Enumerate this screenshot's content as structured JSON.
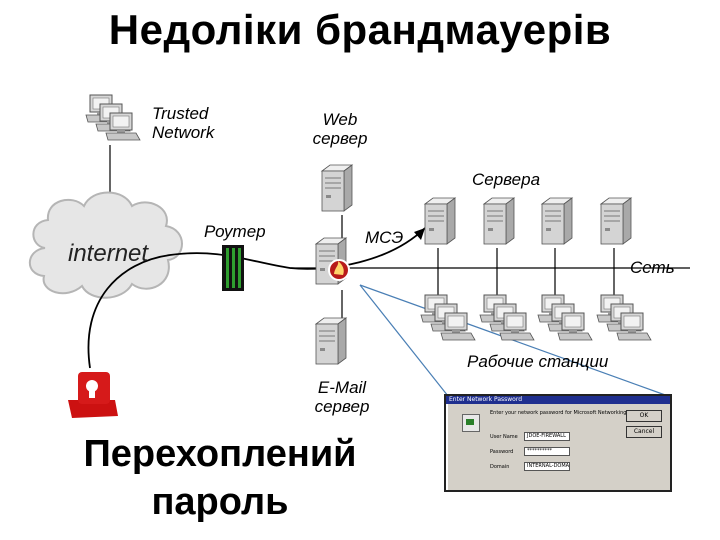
{
  "title": "Недоліки брандмауерів",
  "labels": {
    "trusted_network": "Trusted Network",
    "web_server": "Web сервер",
    "servers": "Сервера",
    "router": "Роутер",
    "firewall": "МСЭ",
    "internet": "internet",
    "network": "Сеть",
    "workstations": "Рабочие станции",
    "mail_server": "E-Mail сервер"
  },
  "caption": "Перехоплений пароль",
  "dialog": {
    "title": "Enter Network Password",
    "prompt": "Enter your network password for Microsoft Networking.",
    "username_label": "User Name",
    "username_value": "JDOE-FIREWALL",
    "password_label": "Password",
    "password_value": "**********",
    "domain_label": "Domain",
    "domain_value": "INTERNAL-DOMAIN",
    "ok_label": "OK",
    "cancel_label": "Cancel"
  },
  "colors": {
    "network_line": "#000000",
    "zoom_lines": "#4a7fb5",
    "cloud": "#e6e6e6",
    "attacker": "#cc1111",
    "firewall_emblem": "#b81a1a",
    "router_green": "#2f9e2f"
  },
  "icons": [
    "computer-icon",
    "server-icon",
    "firewall-icon",
    "router-icon",
    "cloud-icon",
    "hacker-icon",
    "key-icon"
  ]
}
